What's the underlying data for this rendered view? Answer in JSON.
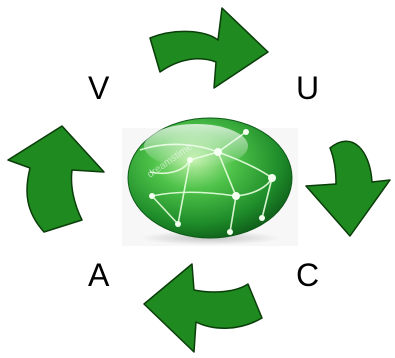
{
  "cycle": {
    "labels": {
      "top_left": "V",
      "top_right": "U",
      "bottom_left": "A",
      "bottom_right": "C"
    },
    "arrow_direction": "clockwise",
    "arrow_color": "#1f8a1f",
    "arrow_outline_color": "#0a3d0a"
  },
  "center": {
    "icon": "green-globe-network-icon",
    "globe_color": "#3aa83a",
    "watermark": "dreamstime"
  }
}
